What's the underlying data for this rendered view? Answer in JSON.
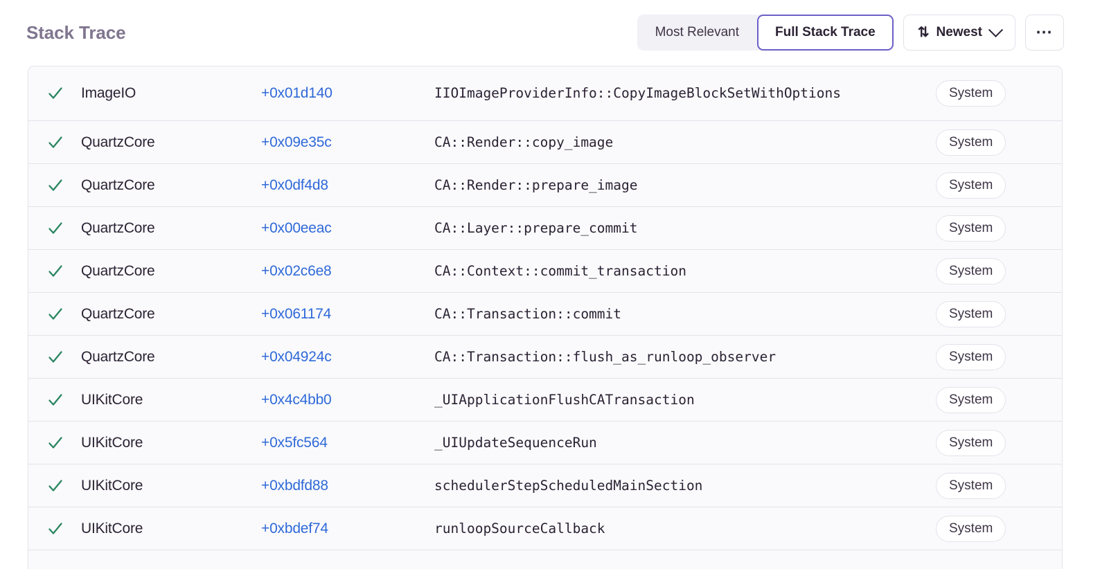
{
  "header": {
    "title": "Stack Trace",
    "segmented": {
      "options": [
        "Most Relevant",
        "Full Stack Trace"
      ],
      "selected": "Full Stack Trace"
    },
    "sort": {
      "icon": "sort-arrows-icon",
      "label": "Newest",
      "chevron": "chevron-down-icon"
    },
    "more": {
      "label": "···",
      "icon": "ellipsis-icon"
    }
  },
  "colors": {
    "accent": "#6c5fc7",
    "link": "#2f69d8",
    "check": "#2a8560",
    "title": "#80768f",
    "row_bg": "#fafafc",
    "border": "#e4e2ea"
  },
  "table": {
    "rows": [
      {
        "status": "check-icon",
        "module": "ImageIO",
        "address": "+0x01d140",
        "symbol": "IIOImageProviderInfo::CopyImageBlockSetWithOptions",
        "tag": "System",
        "tall": true
      },
      {
        "status": "check-icon",
        "module": "QuartzCore",
        "address": "+0x09e35c",
        "symbol": "CA::Render::copy_image",
        "tag": "System",
        "tall": false
      },
      {
        "status": "check-icon",
        "module": "QuartzCore",
        "address": "+0x0df4d8",
        "symbol": "CA::Render::prepare_image",
        "tag": "System",
        "tall": false
      },
      {
        "status": "check-icon",
        "module": "QuartzCore",
        "address": "+0x00eeac",
        "symbol": "CA::Layer::prepare_commit",
        "tag": "System",
        "tall": false
      },
      {
        "status": "check-icon",
        "module": "QuartzCore",
        "address": "+0x02c6e8",
        "symbol": "CA::Context::commit_transaction",
        "tag": "System",
        "tall": false
      },
      {
        "status": "check-icon",
        "module": "QuartzCore",
        "address": "+0x061174",
        "symbol": "CA::Transaction::commit",
        "tag": "System",
        "tall": false
      },
      {
        "status": "check-icon",
        "module": "QuartzCore",
        "address": "+0x04924c",
        "symbol": "CA::Transaction::flush_as_runloop_observer",
        "tag": "System",
        "tall": false
      },
      {
        "status": "check-icon",
        "module": "UIKitCore",
        "address": "+0x4c4bb0",
        "symbol": "_UIApplicationFlushCATransaction",
        "tag": "System",
        "tall": false
      },
      {
        "status": "check-icon",
        "module": "UIKitCore",
        "address": "+0x5fc564",
        "symbol": "_UIUpdateSequenceRun",
        "tag": "System",
        "tall": false
      },
      {
        "status": "check-icon",
        "module": "UIKitCore",
        "address": "+0xbdfd88",
        "symbol": "schedulerStepScheduledMainSection",
        "tag": "System",
        "tall": false
      },
      {
        "status": "check-icon",
        "module": "UIKitCore",
        "address": "+0xbdef74",
        "symbol": "runloopSourceCallback",
        "tag": "System",
        "tall": false
      }
    ]
  }
}
